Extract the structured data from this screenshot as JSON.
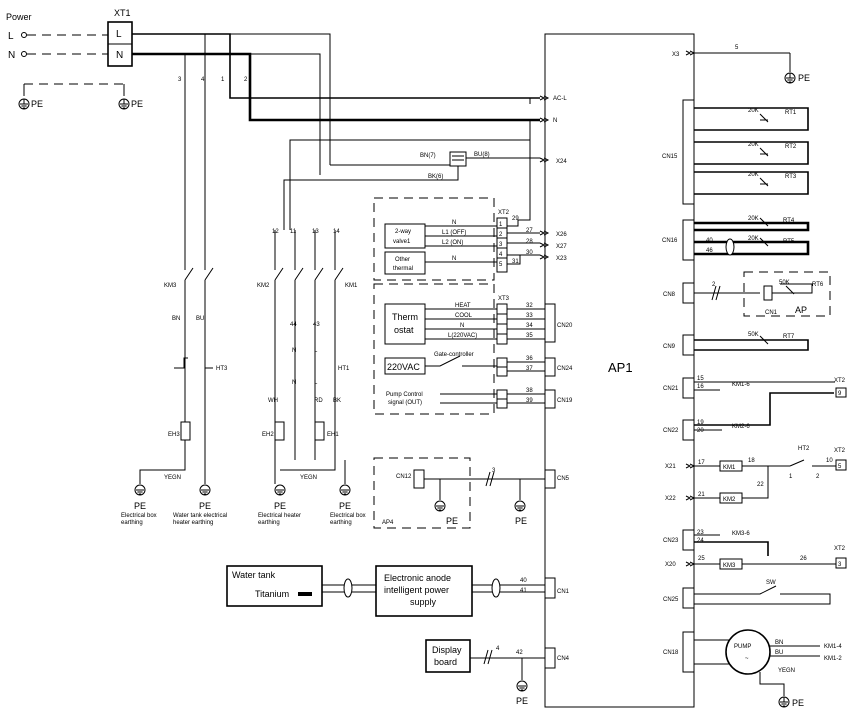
{
  "labels": {
    "power": "Power",
    "xt1": "XT1",
    "L": "L",
    "N": "N",
    "pe": "PE",
    "ap1": "AP1",
    "ap4": "AP4",
    "ap": "AP",
    "ap_cn1": "CN1",
    "x3": "X3",
    "acl": "AC-L",
    "n_term": "N",
    "x24": "X24",
    "x26": "X26",
    "x27": "X27",
    "x23": "X23",
    "cn15": "CN15",
    "cn16": "CN16",
    "cn8": "CN8",
    "cn9": "CN9",
    "cn21": "CN21",
    "cn22": "CN22",
    "x21": "X21",
    "x22": "X22",
    "cn23": "CN23",
    "x20": "X20",
    "cn25": "CN25",
    "cn18": "CN18",
    "cn20": "CN20",
    "cn24": "CN24",
    "cn19": "CN19",
    "cn5": "CN5",
    "cn1": "CN1",
    "cn4": "CN4",
    "cn12": "CN12",
    "rt1": "RT1",
    "rt2": "RT2",
    "rt3": "RT3",
    "rt4": "RT4",
    "rt5": "RT5",
    "rt6": "RT6",
    "rt7": "RT7",
    "r20k": "20K",
    "r50k": "50K",
    "km1": "KM1",
    "km2": "KM2",
    "km3": "KM3",
    "km16": "KM1-6",
    "km26": "KM2-6",
    "km36": "KM3-6",
    "km14": "KM1-4",
    "km12": "KM1-2",
    "ht1": "HT1",
    "ht2": "HT2",
    "ht3": "HT3",
    "eh1": "EH1",
    "eh2": "EH2",
    "eh3": "EH3",
    "xt2": "XT2",
    "xt3": "XT3",
    "two_way_1": "2-way",
    "two_way_2": "valve1",
    "other_1": "Other",
    "other_2": "thermal",
    "l1off": "L1  (OFF)",
    "l2on": "L2  (ON)",
    "n": "N",
    "therm_1": "Therm",
    "therm_2": "ostat",
    "heat": "HEAT",
    "cool": "COOL",
    "l220": "L(220VAC)",
    "vac220": "220VAC",
    "gate": "Gate-controller",
    "pump_sig_1": "Pump  Control",
    "pump_sig_2": "signal (OUT)",
    "bn": "BN",
    "bu": "BU",
    "yegn": "YEGN",
    "bn7": "BN(7)",
    "bu8": "BU(8)",
    "bk6": "BK(6)",
    "wh": "WH",
    "rd": "RD",
    "bk": "BK",
    "pe_lab1_1": "Electrical box",
    "pe_lab1_2": "earthing",
    "pe_lab2_1": "Water tank electrical",
    "pe_lab2_2": "heater earthing",
    "pe_lab3_1": "Electrical heater",
    "pe_lab3_2": "earthing",
    "pe_lab4_1": "Electrical box",
    "pe_lab4_2": "earthing",
    "water_tank": "Water tank",
    "titanium": "Titanium",
    "anode_1": "Electronic anode",
    "anode_2": "intelligent power",
    "anode_3": "supply",
    "display_1": "Display",
    "display_2": "board",
    "pump": "PUMP",
    "sw": "SW",
    "n1": "1",
    "n2": "2",
    "n3": "3",
    "n4": "4",
    "n5": "5",
    "n9": "9",
    "n10": "10",
    "n11": "11",
    "n12": "12",
    "n13": "13",
    "n14": "14",
    "n15": "15",
    "n16": "16",
    "n17": "17",
    "n18": "18",
    "n19": "19",
    "n20": "20",
    "n21": "21",
    "n22": "22",
    "n23": "23",
    "n24": "24",
    "n25": "25",
    "n26": "26",
    "n27": "27",
    "n28": "28",
    "n29": "29",
    "n30": "30",
    "n31": "31",
    "n32": "32",
    "n33": "33",
    "n34": "34",
    "n35": "35",
    "n36": "36",
    "n37": "37",
    "n38": "38",
    "n39": "39",
    "n40": "40",
    "n41": "41",
    "n42": "42",
    "n43": "43",
    "n44": "44",
    "n45": "45",
    "n46": "46",
    "n_pin": "N",
    "l_pin": "L"
  }
}
